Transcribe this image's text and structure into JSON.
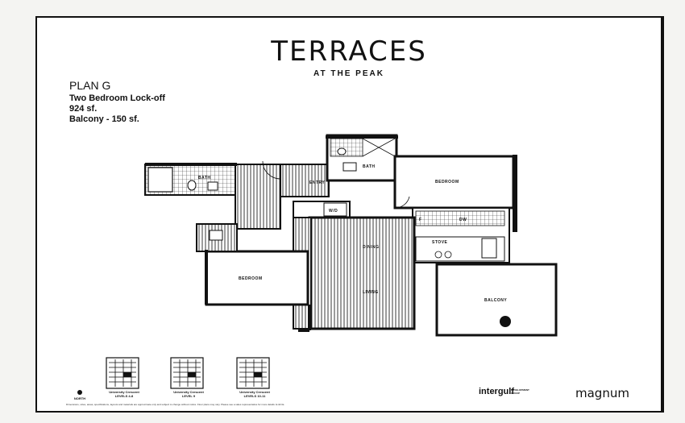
{
  "header": {
    "title": "TERRACES",
    "subtitle": "AT THE PEAK"
  },
  "plan": {
    "name": "PLAN G",
    "type": "Two Bedroom Lock-off",
    "area": "924 sf.",
    "balcony": "Balcony - 150 sf."
  },
  "rooms": {
    "bath_1": "BATH",
    "bath_2": "BATH",
    "entry": "ENTRY",
    "bedroom_1": "BEDROOM",
    "bedroom_2": "BEDROOM",
    "wd": "W/D",
    "dining": "DINING",
    "living": "LIVING",
    "kitchen_f": "F",
    "kitchen_dw": "DW",
    "stove": "STOVE",
    "balcony": "BALCONY"
  },
  "key_plans": [
    {
      "line1": "University Crescent",
      "line2": "LEVELS 4-8"
    },
    {
      "line1": "University Crescent",
      "line2": "LEVEL 9"
    },
    {
      "line1": "University Crescent",
      "line2": "LEVELS 10-11"
    }
  ],
  "north": "NORTH",
  "logos": {
    "intergulf": "intergulf",
    "intergulf_sub1": "DEVELOPMENT",
    "intergulf_sub2": "GROUP",
    "magnum": "magnum"
  },
  "disclaimer": "Dimensions, sizes, areas, specifications, layouts and materials are approximate only and subject to change without notice. Floor plans may vary. Please see a sales representative for more details. E.&O.E."
}
